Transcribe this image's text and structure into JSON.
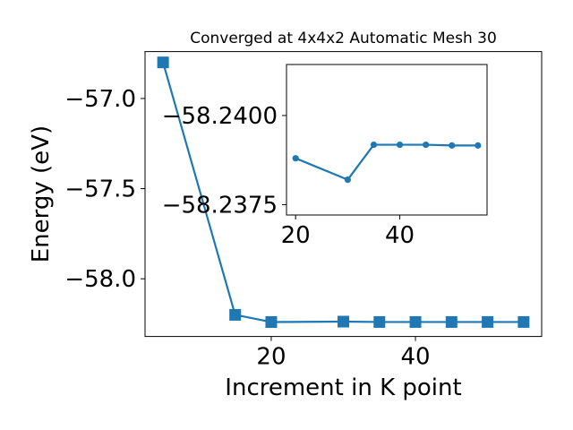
{
  "chart_data": [
    {
      "type": "line",
      "title": "Converged at 4x4x2 Automatic Mesh 30",
      "xlabel": "Increment in K point",
      "ylabel": "Energy (eV)",
      "xlim": [
        2.5,
        57.5
      ],
      "ylim": [
        -58.32,
        -56.74
      ],
      "xticks": [
        20,
        40
      ],
      "xtick_labels": [
        "20",
        "40"
      ],
      "yticks": [
        -57.0,
        -57.5,
        -58.0
      ],
      "ytick_labels": [
        "−57.0",
        "−57.5",
        "−58.0"
      ],
      "grid": false,
      "color": "#1f77b4",
      "marker": "square",
      "series": [
        {
          "x": [
            5,
            15,
            20,
            30,
            35,
            40,
            45,
            50,
            55
          ],
          "y": [
            -56.8,
            -58.2,
            -58.2399,
            -58.2376,
            -58.2397,
            -58.2397,
            -58.2397,
            -58.2396,
            -58.2396
          ]
        }
      ]
    },
    {
      "type": "line",
      "title": "",
      "inset": true,
      "xlim": [
        18.25,
        56.75
      ],
      "ylim": [
        -58.23721,
        -58.24143
      ],
      "xticks": [
        20,
        40
      ],
      "xtick_labels": [
        "20",
        "40"
      ],
      "yticks": [
        -58.24,
        -58.2375
      ],
      "ytick_labels": [
        "−58.2400",
        "−58.2375"
      ],
      "grid": false,
      "color": "#1f77b4",
      "marker": "circle",
      "series": [
        {
          "x": [
            20,
            30,
            35,
            40,
            45,
            50,
            55
          ],
          "y": [
            -58.2388,
            -58.2382,
            -58.23918,
            -58.23918,
            -58.23918,
            -58.23916,
            -58.23916
          ]
        }
      ]
    }
  ]
}
